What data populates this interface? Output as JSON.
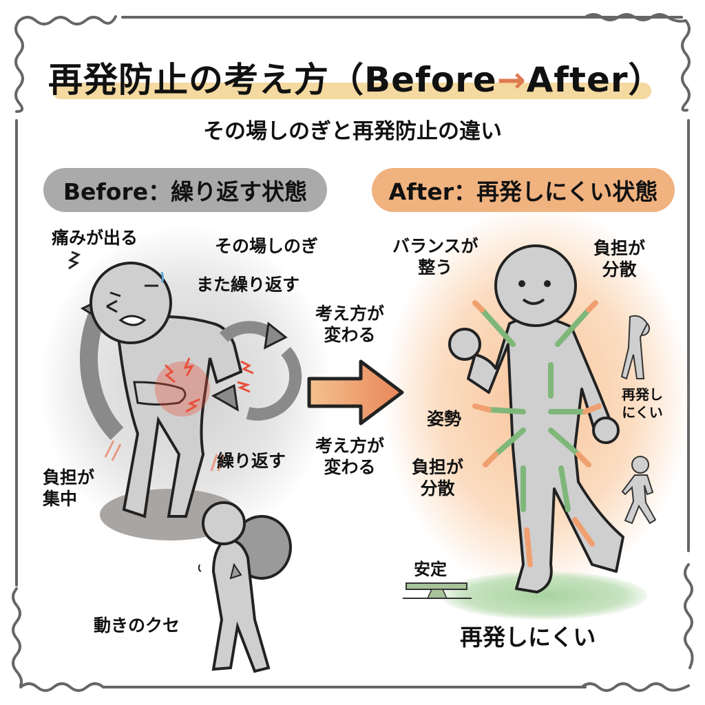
{
  "title": {
    "main_prefix": "再発防止の考え方（Before",
    "arrow": "→",
    "main_suffix": "After）",
    "subtitle": "その場しのぎと再発防止の違い"
  },
  "before": {
    "header": "Before：繰り返す状態",
    "labels": {
      "pain": "痛みが出る",
      "stopgap": "その場しのぎ",
      "repeat_again": "また繰り返す",
      "repeat": "繰り返す",
      "load_concentrated_1": "負担が",
      "load_concentrated_2": "集中",
      "movement_habit": "動きのクセ"
    }
  },
  "transition": {
    "top_1": "考え方が",
    "top_2": "変わる",
    "bottom_1": "考え方が",
    "bottom_2": "変わる"
  },
  "after": {
    "header": "After：再発しにくい状態",
    "labels": {
      "balance_1": "バランスが",
      "balance_2": "整う",
      "load_dispersed_top_1": "負担が",
      "load_dispersed_top_2": "分散",
      "posture": "姿勢",
      "load_dispersed_1": "負担が",
      "load_dispersed_2": "分散",
      "less_recurrence_side_1": "再発し",
      "less_recurrence_side_2": "にくい",
      "stable": "安定",
      "less_recurrence": "再発しにくい"
    }
  },
  "colors": {
    "before_pill": "#aaaaaa",
    "after_pill": "#f0b27f",
    "title_highlight": "#f4d9a0",
    "arrow_orange": "#e8865a",
    "arrow_green": "#7fb77a",
    "pain_red": "#e8503a",
    "figure_gray": "#cfcfcf"
  }
}
